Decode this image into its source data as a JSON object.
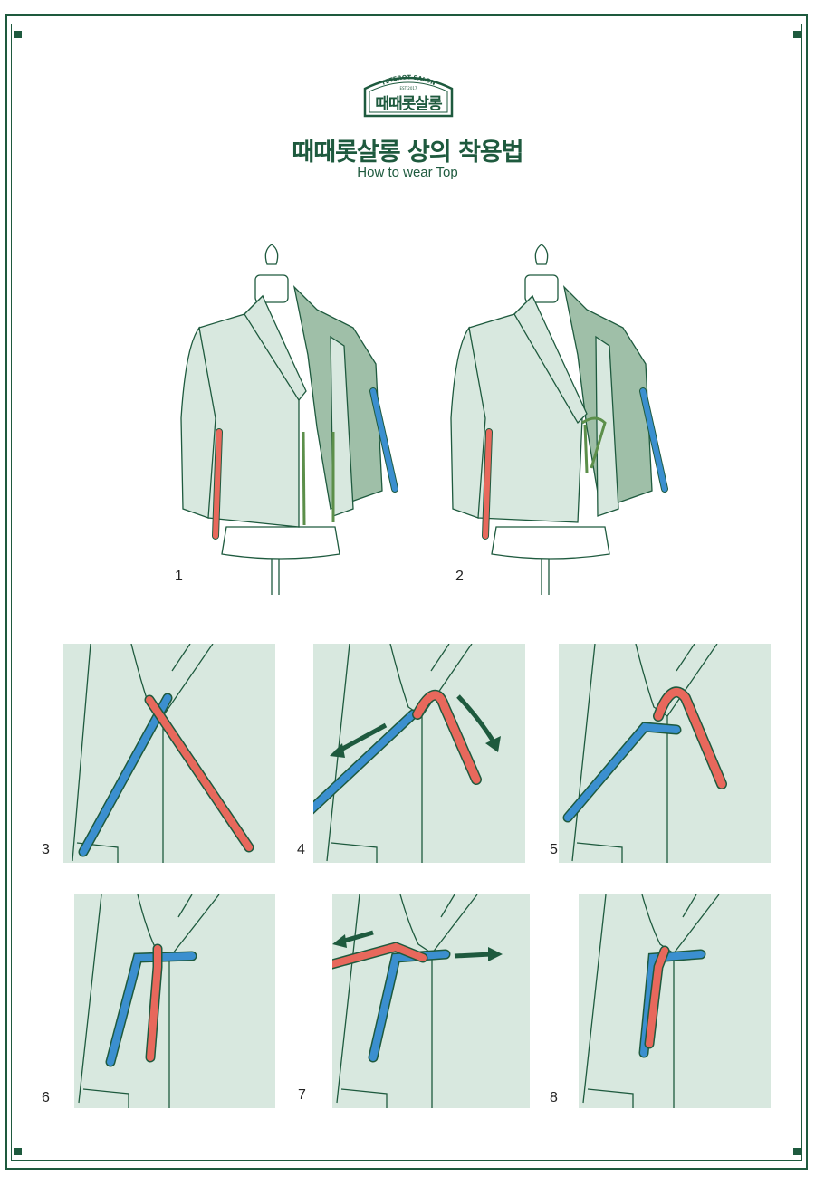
{
  "logo": {
    "arc_text": "TETEROT SALON",
    "est_text": "EST 2017",
    "name": "때때롯살롱"
  },
  "title": "때때롯살롱 상의 착용법",
  "subtitle": "How to wear Top",
  "steps": [
    "1",
    "2",
    "3",
    "4",
    "5",
    "6",
    "7",
    "8"
  ],
  "colors": {
    "frame": "#1e5a3e",
    "garment": "#d8e8df",
    "inner_panel": "#9fbfa8",
    "red_tie": "#e8685c",
    "blue_tie": "#3b8fcf",
    "arrow": "#1e5a3e"
  }
}
